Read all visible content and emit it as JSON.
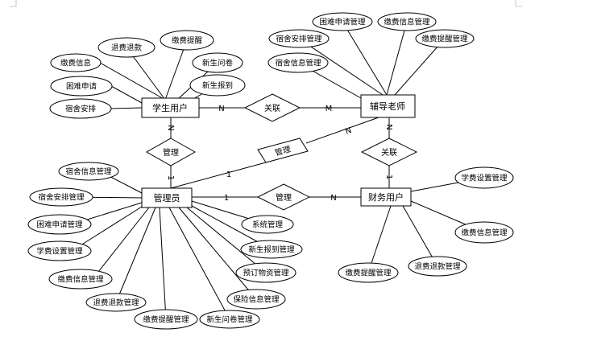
{
  "entities": {
    "student": {
      "label": "学生用户"
    },
    "counselor": {
      "label": "辅导老师"
    },
    "admin": {
      "label": "管理员"
    },
    "finance": {
      "label": "财务用户"
    }
  },
  "relationships": {
    "student_counselor": {
      "label": "关联"
    },
    "student_admin": {
      "label": "管理"
    },
    "admin_counselor": {
      "label": "管理"
    },
    "counselor_finance": {
      "label": "关联"
    },
    "admin_finance": {
      "label": "管理"
    }
  },
  "cardinalities": {
    "student_counselor_student": "N",
    "student_counselor_counselor": "M",
    "student_admin_student": "N",
    "student_admin_admin": "1",
    "admin_counselor_admin": "1",
    "admin_counselor_counselor": "N",
    "counselor_finance_counselor": "N",
    "counselor_finance_finance": "1",
    "admin_finance_admin": "1",
    "admin_finance_finance": "N"
  },
  "attributes": {
    "student": [
      "缴费信息",
      "退费退款",
      "缴费提醒",
      "新生问卷",
      "困难申请",
      "新生报到",
      "宿舍安排"
    ],
    "counselor": [
      "困难申请管理",
      "缴费信息管理",
      "宿舍安排管理",
      "缴费提醒管理",
      "宿舍信息管理"
    ],
    "admin": [
      "宿舍信息管理",
      "宿舍安排管理",
      "困难申请管理",
      "学费设置管理",
      "缴费信息管理",
      "退费退款管理",
      "缴费提醒管理",
      "新生问卷管理",
      "保险信息管理",
      "预订物资管理",
      "新生报到管理",
      "系统管理"
    ],
    "finance": [
      "学费设置管理",
      "缴费信息管理",
      "退费退款管理",
      "缴费提醒管理"
    ]
  }
}
